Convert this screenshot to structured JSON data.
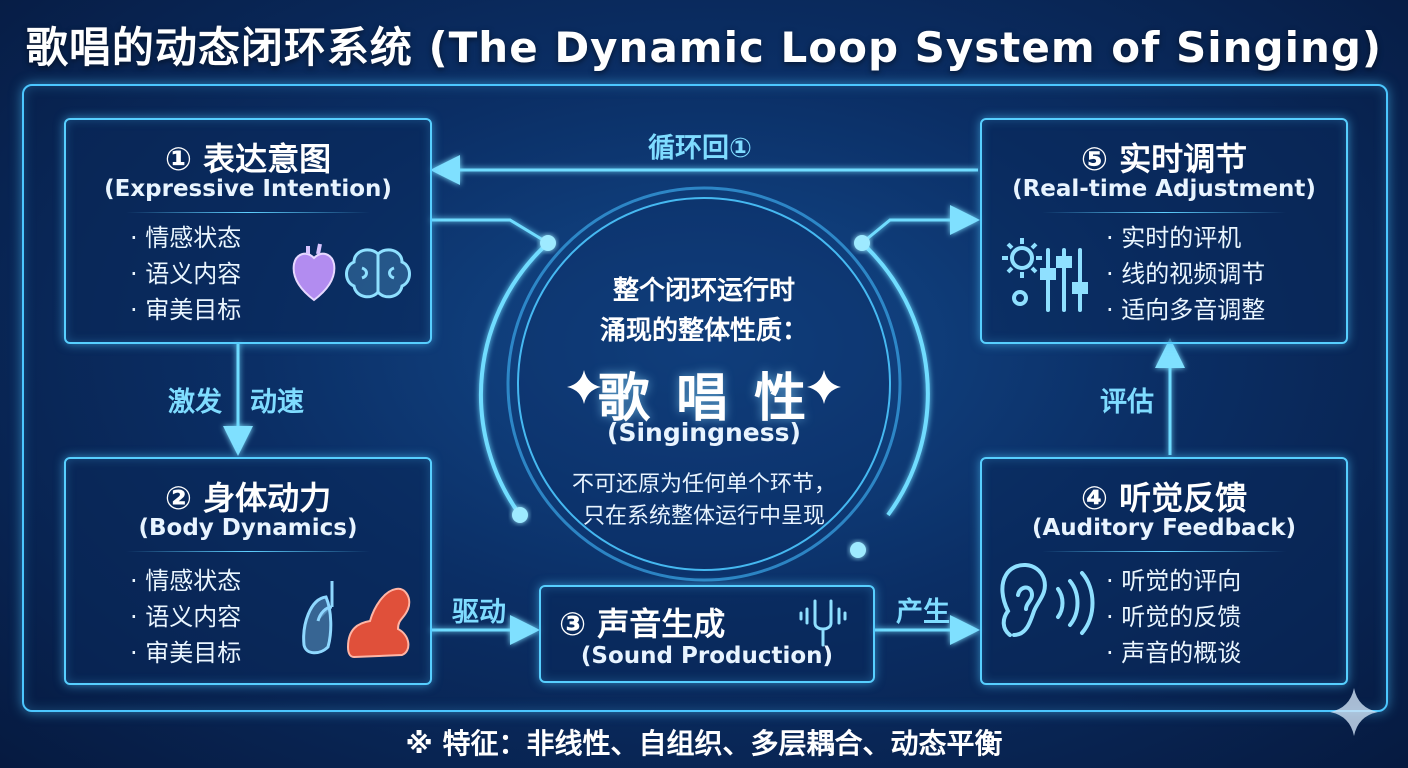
{
  "title": "歌唱的动态闭环系统 (The Dynamic Loop System of Singing)",
  "boxes": {
    "b1": {
      "title": "① 表达意图",
      "subtitle": "(Expressive Intention)",
      "items": [
        "· 情感状态",
        "· 语义内容",
        "· 审美目标"
      ]
    },
    "b2": {
      "title": "②  身体动力",
      "subtitle": "(Body Dynamics)",
      "items": [
        "· 情感状态",
        "· 语义内容",
        "· 审美目标"
      ]
    },
    "b3": {
      "title": "③    声音生成",
      "subtitle": "(Sound Production)"
    },
    "b4": {
      "title": "④ 听觉反馈",
      "subtitle": "(Auditory Feedback)",
      "items": [
        "· 听觉的评向",
        "· 听觉的反馈",
        "· 声音的概谈"
      ]
    },
    "b5": {
      "title": "⑤ 实时调节",
      "subtitle": "(Real-time Adjustment)",
      "items": [
        "· 实时的评机",
        "· 线的视频调节",
        "· 适向多音调整"
      ]
    }
  },
  "arrows": {
    "loop_back": "循环回①",
    "trigger": "激发",
    "speed": "动速",
    "drive": "驱动",
    "produce": "产生",
    "evaluate": "评估"
  },
  "center": {
    "line1": "整个闭环运行时",
    "line2": "涌现的整体性质：",
    "main": "歌 唱 性",
    "main_en": "(Singingness)",
    "desc1": "不可还原为任何单个环节，",
    "desc2": "只在系统整体运行中呈现"
  },
  "footer": "※ 特征：非线性、自组织、多层耦合、动态平衡",
  "colors": {
    "accent": "#57cfff",
    "arrow": "#6fdcff",
    "heart": "#b28cf0",
    "muscle": "#e0503a",
    "lung": "#8fd8ff"
  }
}
